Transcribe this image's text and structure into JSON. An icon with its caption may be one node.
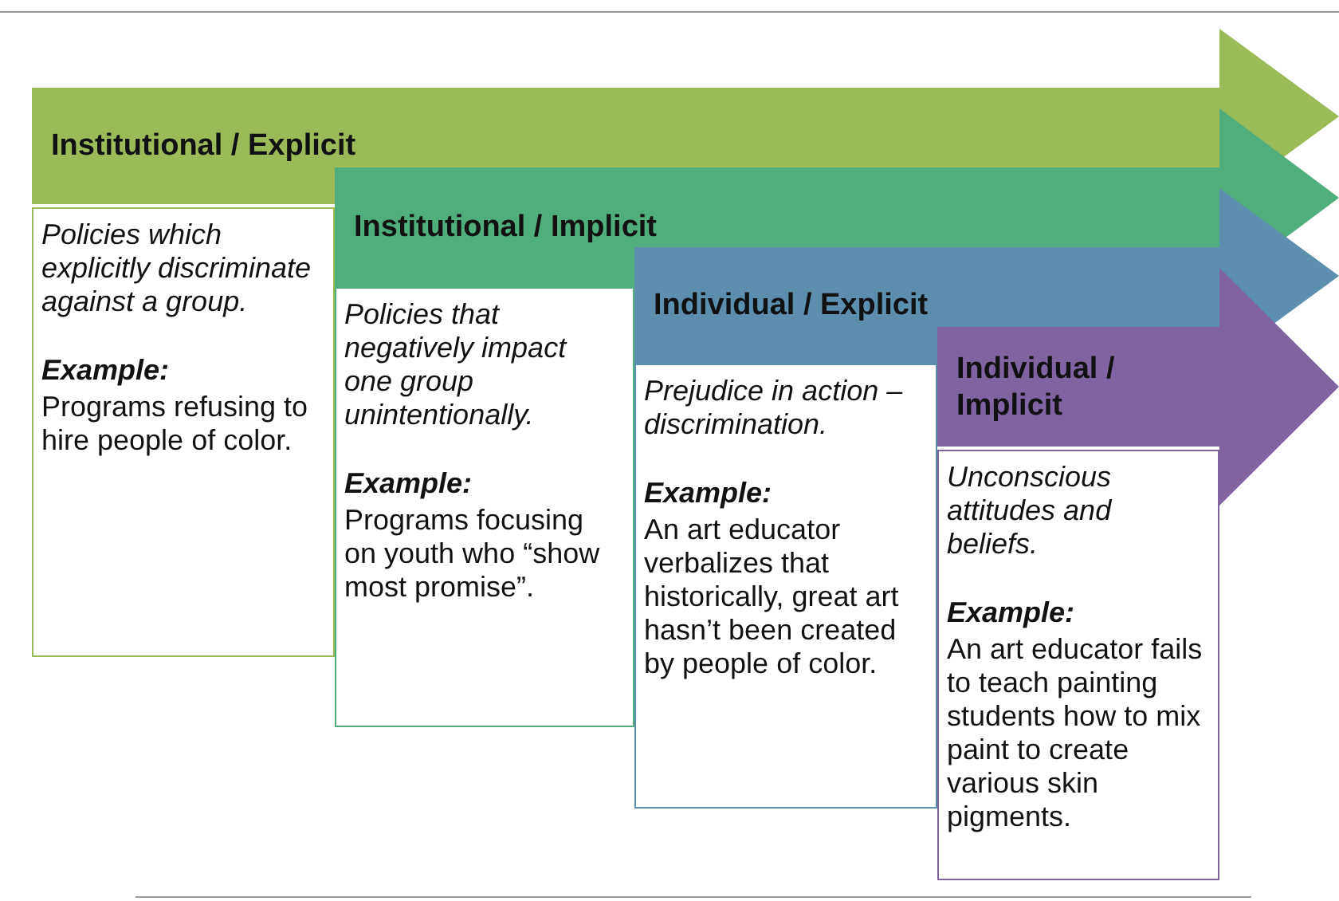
{
  "diagram": {
    "nodes": [
      {
        "text": [
          "Institutional / Explicit"
        ]
      },
      {
        "text": [
          "Policies which explicitly discriminate against a group.",
          "Example:",
          "Programs refusing to hire people of color."
        ]
      },
      {
        "text": [
          "Institutional / Implicit"
        ]
      },
      {
        "text": [
          "Policies that negatively impact one group unintentionally.",
          "Example:",
          "Programs focusing on youth who “show most promise”."
        ]
      },
      {
        "text": [
          "Individual / Explicit"
        ]
      },
      {
        "text": [
          "Prejudice in action – discrimination.",
          "Example:",
          "An art educator verbalizes that historically, great art hasn’t been created by people of color."
        ]
      },
      {
        "text": [
          "Individual / Implicit"
        ]
      },
      {
        "text": [
          "Unconscious attitudes and beliefs.",
          "Example:",
          "An art educator fails to teach painting students how to mix paint to create various skin pigments."
        ]
      }
    ]
  }
}
